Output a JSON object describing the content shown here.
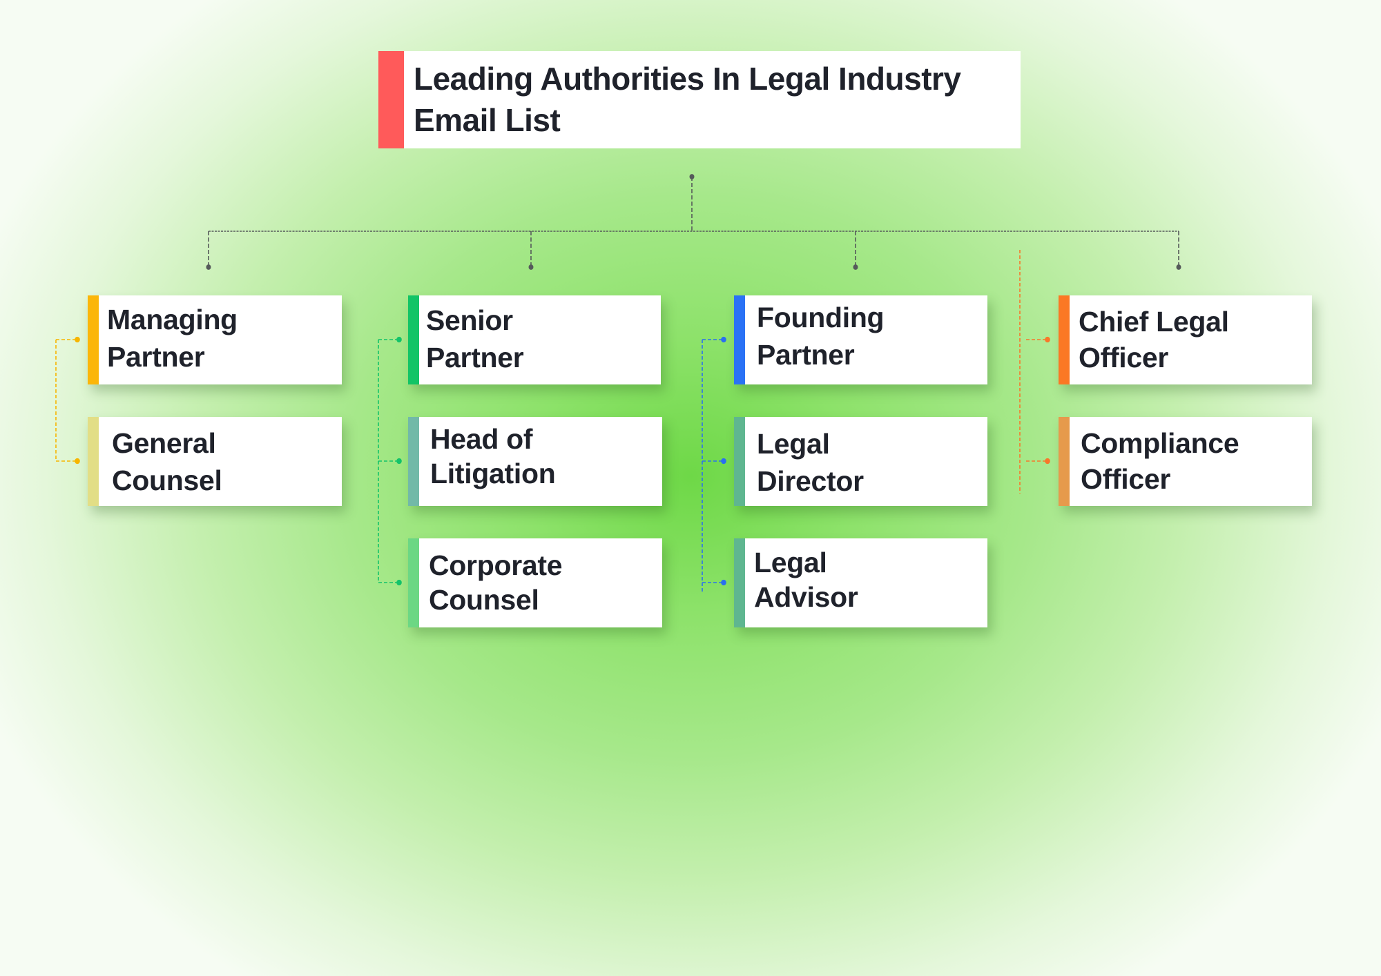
{
  "title": {
    "text": "Leading Authorities In Legal Industry\nEmail List",
    "accent_color": "#ff5a5a"
  },
  "connector_color": "#555a5a",
  "columns": [
    {
      "line_color": "#f7b500",
      "nodes": [
        {
          "label": "Managing\nPartner",
          "accent_color": "#fbb60a"
        },
        {
          "label": "General\nCounsel",
          "accent_color": "#e2de86"
        }
      ]
    },
    {
      "line_color": "#13c36a",
      "nodes": [
        {
          "label": "Senior\nPartner",
          "accent_color": "#12c466"
        },
        {
          "label": "Head of\nLitigation",
          "accent_color": "#72b9a8"
        },
        {
          "label": "Corporate\nCounsel",
          "accent_color": "#6cd784"
        }
      ]
    },
    {
      "line_color": "#2a6ff0",
      "nodes": [
        {
          "label": "Founding\nPartner",
          "accent_color": "#2a72f5"
        },
        {
          "label": "Legal\nDirector",
          "accent_color": "#5fb690"
        },
        {
          "label": "Legal\nAdvisor",
          "accent_color": "#5fb690"
        }
      ]
    },
    {
      "line_color": "#f8772a",
      "nodes": [
        {
          "label": "Chief Legal\nOfficer",
          "accent_color": "#fb7824"
        },
        {
          "label": "Compliance\nOfficer",
          "accent_color": "#e69a4c"
        }
      ]
    }
  ]
}
